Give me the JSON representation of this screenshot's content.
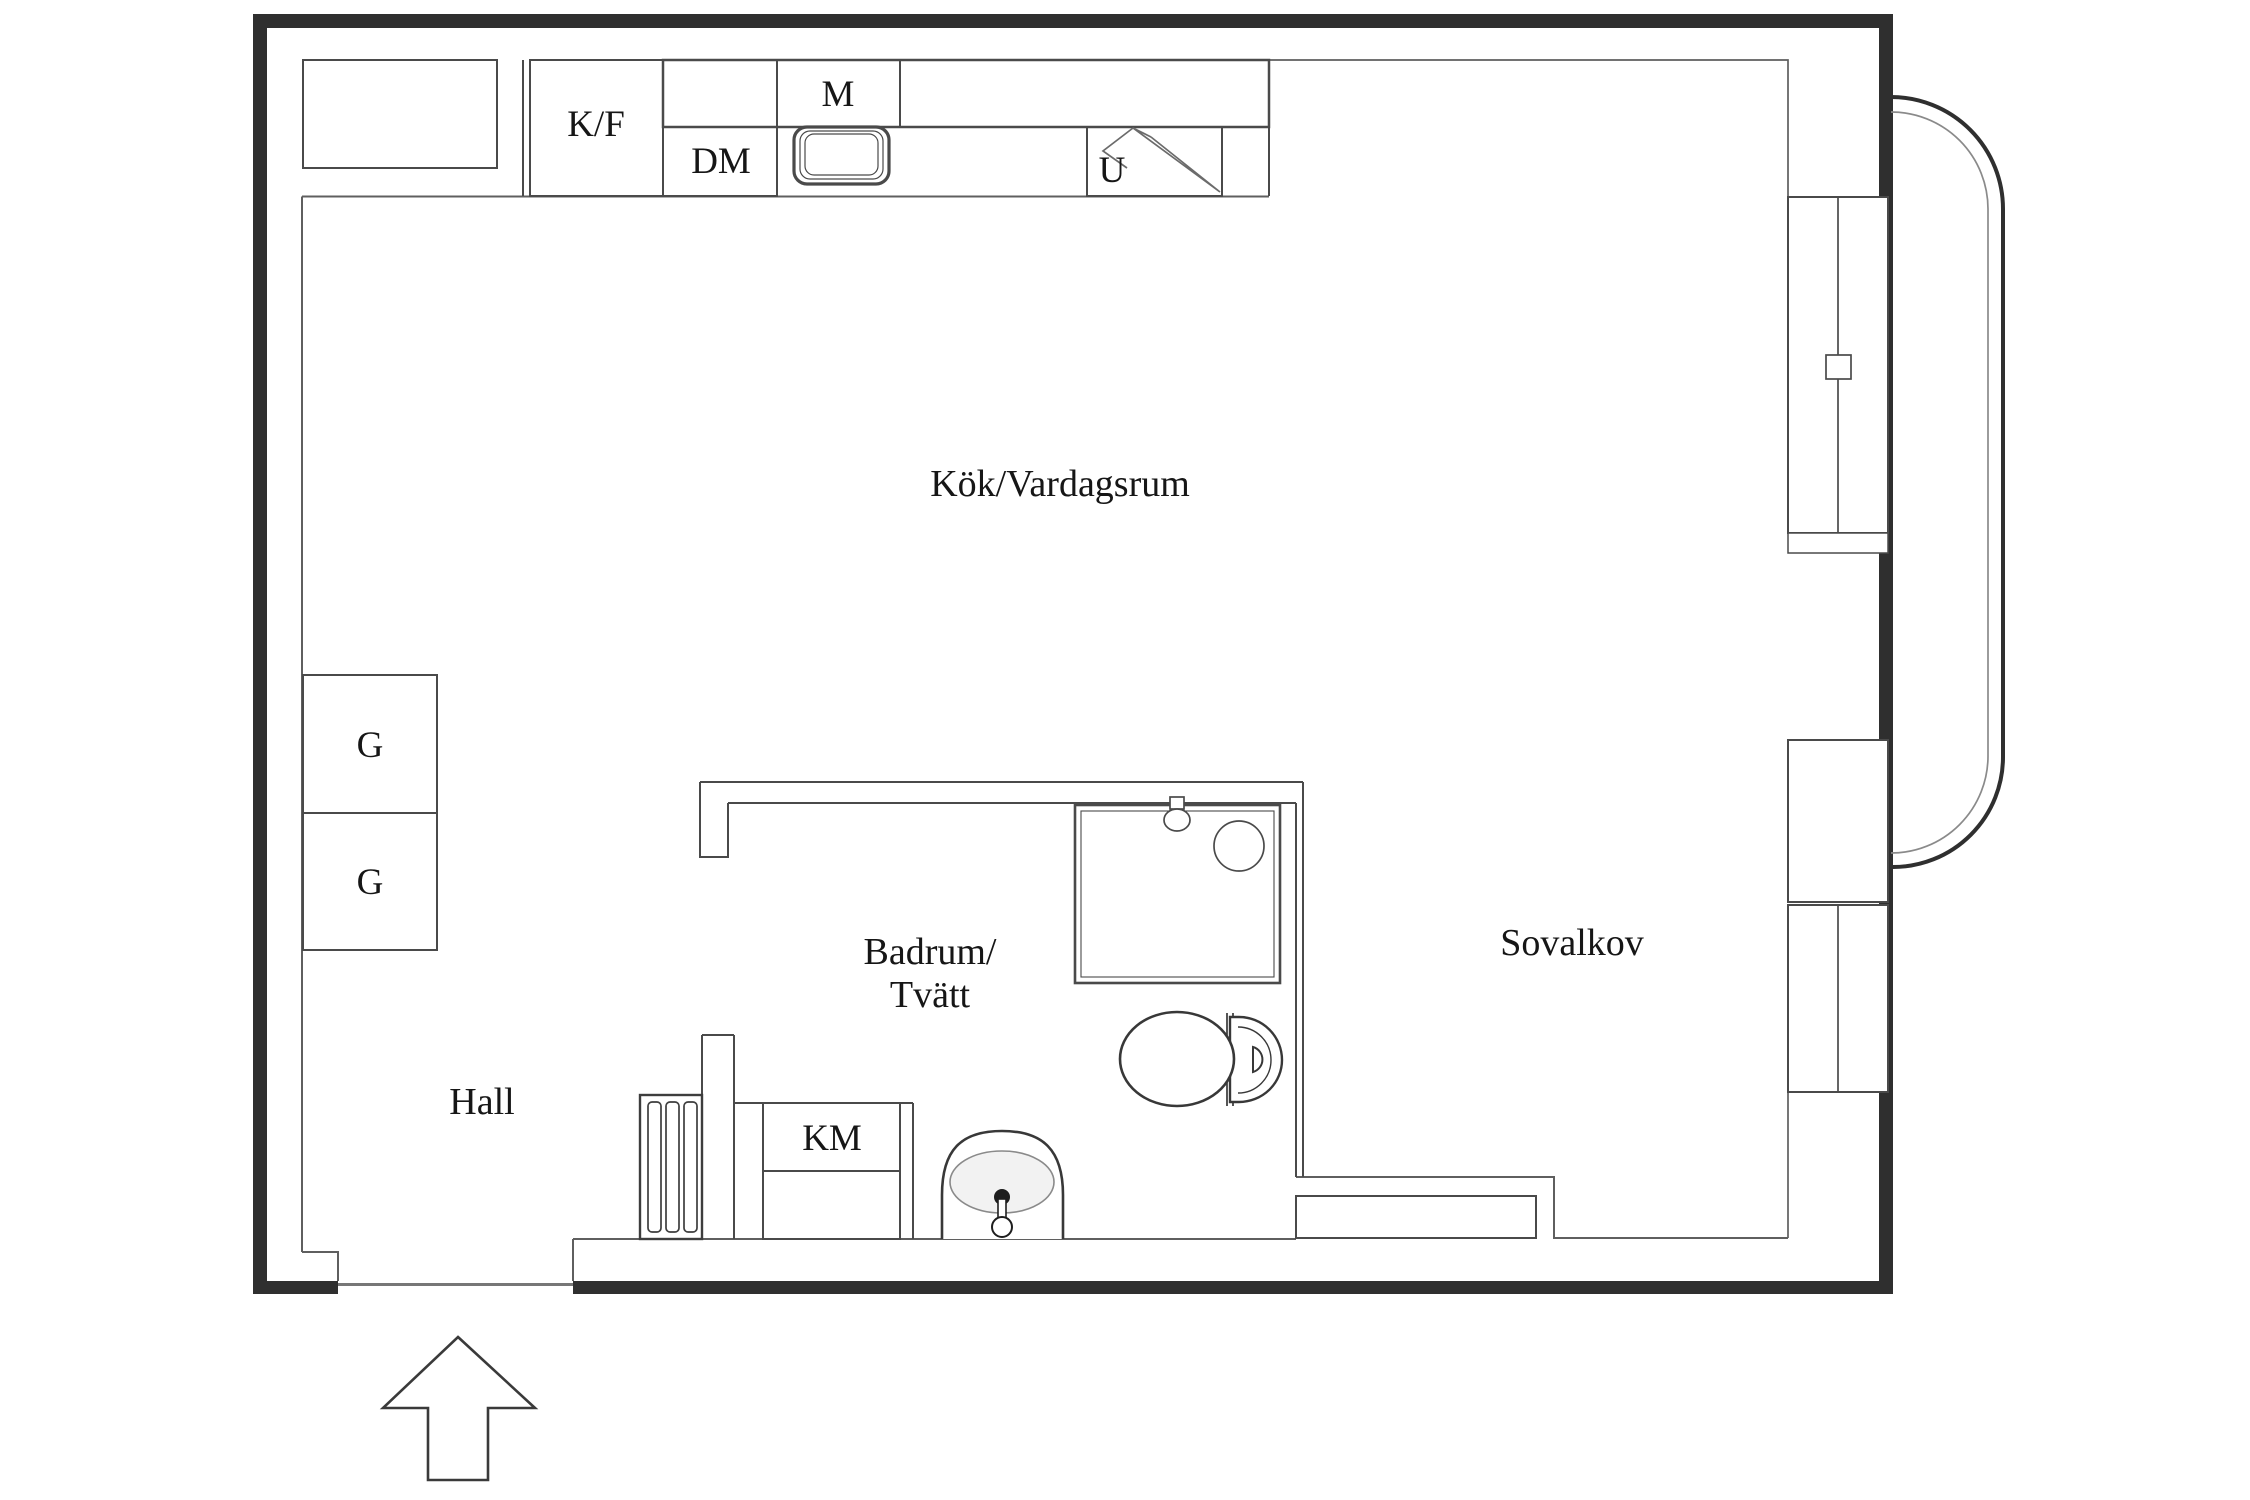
{
  "labels": {
    "kitchen_living": "Kök/Vardagsrum",
    "sleeping_alcove": "Sovalkov",
    "bathroom_line1": "Badrum/",
    "bathroom_line2": "Tvätt",
    "hall": "Hall"
  },
  "appliances": {
    "fridge_freezer": "K/F",
    "dishwasher": "DM",
    "microwave": "M",
    "oven": "U",
    "washing_machine": "KM",
    "wardrobe_upper": "G",
    "wardrobe_lower": "G"
  },
  "fixtures": [
    "kitchen-sink-icon",
    "extractor-fan-icon",
    "shower-icon",
    "shower-head-icon",
    "shower-stool-icon",
    "toilet-icon",
    "pedestal-sink-icon",
    "radiator-icon",
    "window-mullion-icon",
    "window-handle-icon",
    "balcony-outline-icon",
    "entrance-arrow-icon"
  ],
  "colors": {
    "wall": "#2f2f2f",
    "line": "#5f5f5f",
    "thin": "#8a8a8a",
    "text": "#161616",
    "fill_light": "#f2f2f2",
    "bg": "#ffffff"
  }
}
